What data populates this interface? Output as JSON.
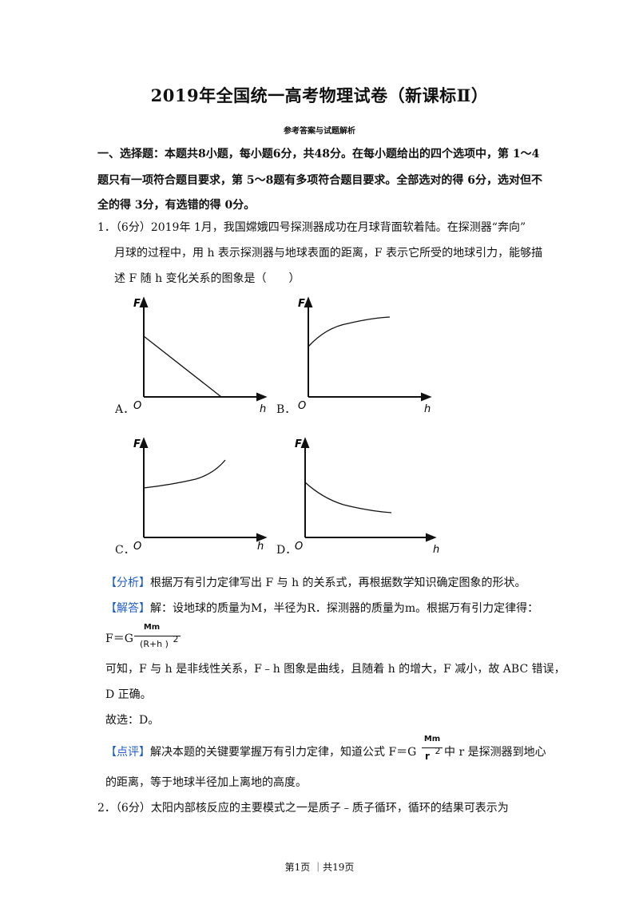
{
  "header": {
    "title": "2019年全国统一高考物理试卷（新课标Ⅱ）",
    "subtitle": "参考答案与试题解析"
  },
  "section1": {
    "line1": "一、选择题：本题共8小题，每小题6分，共48分。在每小题给出的四个选项中，第 1～4",
    "line2": "题只有一项符合题目要求，第 5～8题有多项符合题目要求。全部选对的得 6分，选对但不",
    "line3": "全的得 3分，有选错的得 0分。"
  },
  "q1": {
    "line1": "1．（6分）2019年 1月，我国嫦娥四号探测器成功在月球背面软着陆。在探测器“奔向”",
    "line2": "月球的过程中，用 h 表示探测器与地球表面的距离，F 表示它所受的地球引力，能够描",
    "line3": "述 F 随 h 变化关系的图象是（　　）",
    "options": {
      "A": "A．",
      "B": "B．",
      "C": "C．",
      "D": "D．"
    },
    "graph_labels": {
      "y": "F",
      "x": "h",
      "origin": "O"
    },
    "analysis_tag": "【分析】",
    "analysis_text": "根据万有引力定律写出 F 与 h 的关系式，再根据数学知识确定图象的形状。",
    "answer_tag": "【解答】",
    "answer_text": "解：设地球的质量为M，半径为R．探测器的质量为m。根据万有引力定律得：",
    "formula_lhs": "F＝G",
    "formula_num": "Mm",
    "formula_den": "(R+h )",
    "formula_exp": "2",
    "conclusion1": "可知，F 与 h 是非线性关系，F﹣h 图象是曲线，且随着 h 的增大，F 减小，故 ABC 错误，",
    "conclusion2": "D 正确。",
    "choice": "故选：D。",
    "comment_tag": "【点评】",
    "comment_text1": "解决本题的关键要掌握万有引力定律，知道公式 F＝G",
    "comment_num": "Mm",
    "comment_den": "r",
    "comment_exp": "2",
    "comment_text2": "中 r 是探测器到地心",
    "comment_text3": "的距离，等于地球半径加上离地的高度。"
  },
  "q2": {
    "line1": "2．（6分）太阳内部核反应的主要模式之一是质子﹣质子循环，循环的结果可表示为"
  },
  "footer": {
    "text": "第1页 ｜共19页"
  }
}
